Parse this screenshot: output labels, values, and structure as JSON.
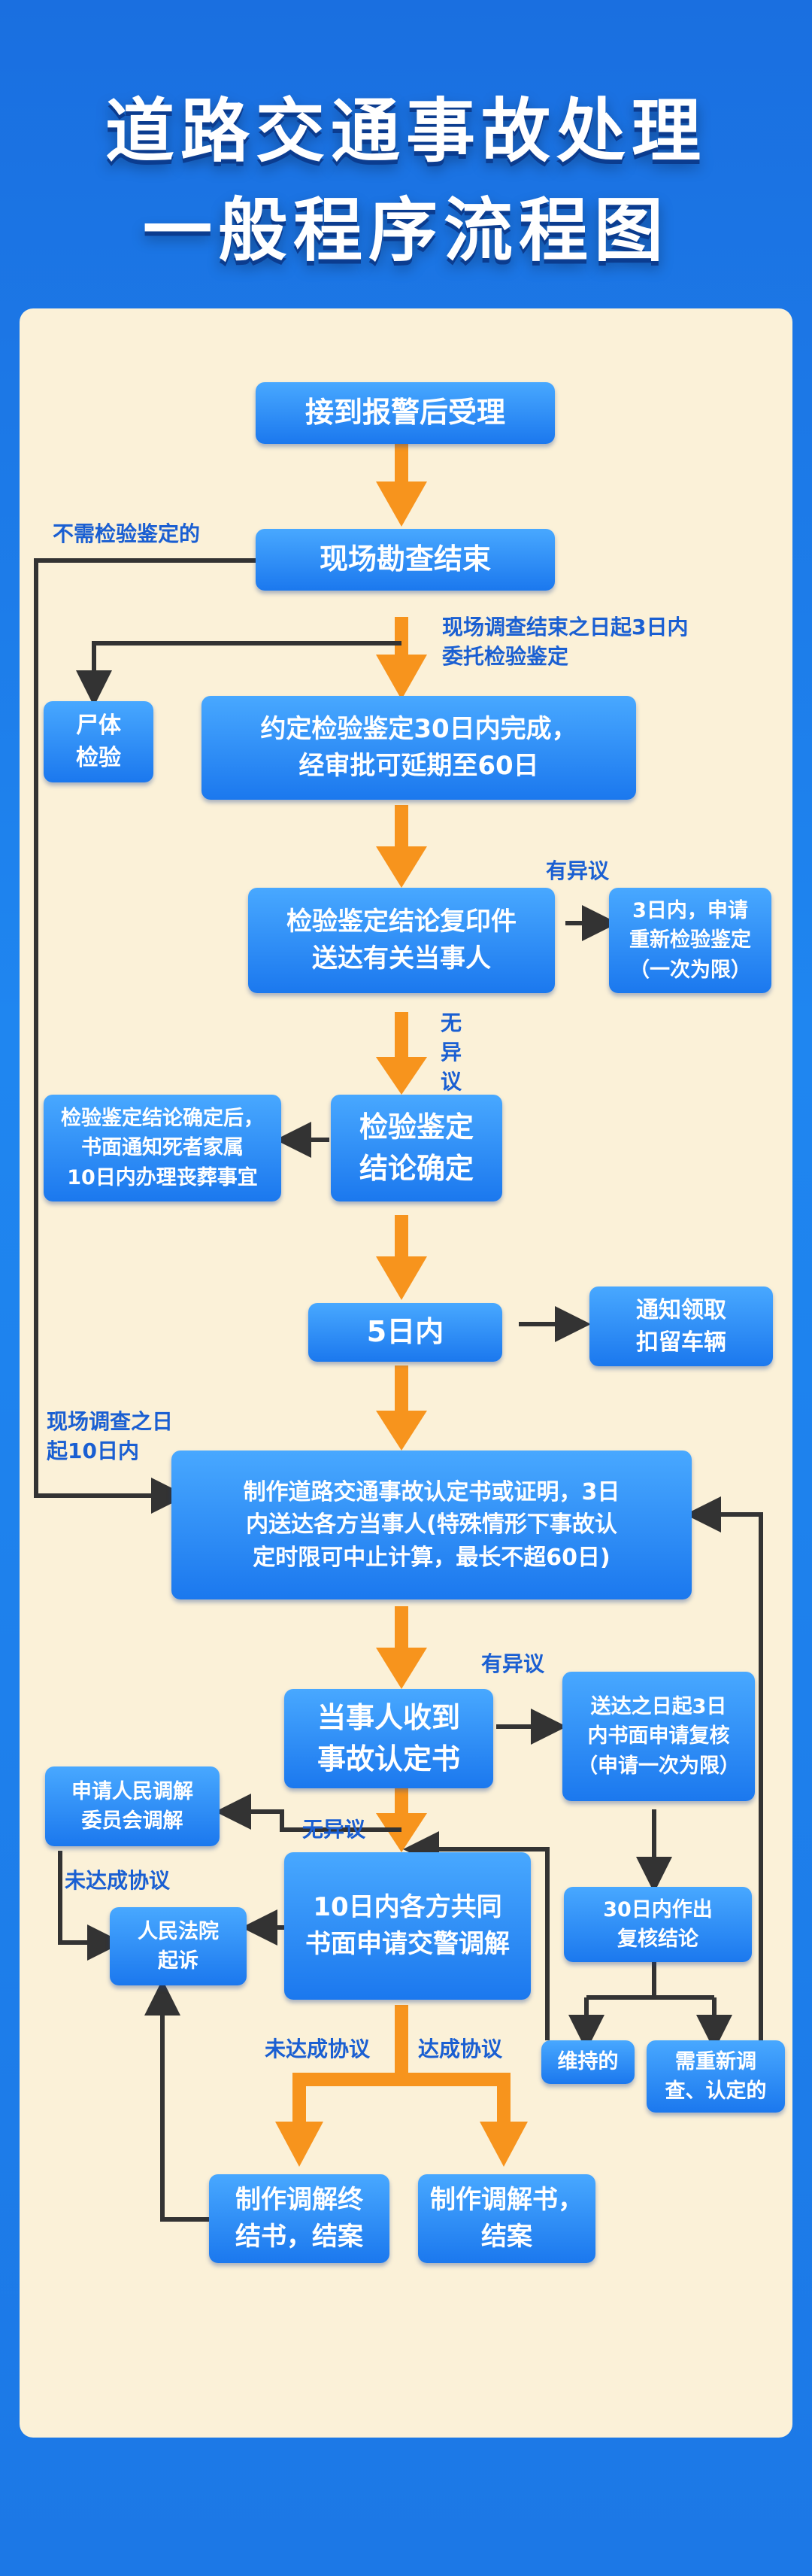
{
  "title": {
    "line1": "道路交通事故处理",
    "line2": "一般程序流程图"
  },
  "nodes": {
    "receive": "接到报警后受理",
    "survey_end": "现场勘查结束",
    "autopsy": "尸体\n检验",
    "appraisal_30": "约定检验鉴定30日内完成，\n经审批可延期至60日",
    "copy_deliver": "检验鉴定结论复印件\n送达有关当事人",
    "reappraisal": "3日内，申请\n重新检验鉴定\n（一次为限）",
    "conclusion_confirmed": "检验鉴定\n结论确定",
    "funeral_notice": "检验鉴定结论确定后，\n书面通知死者家属\n10日内办理丧葬事宜",
    "five_days": "5日内",
    "vehicle_notice": "通知领取\n扣留车辆",
    "make_cert": "制作道路交通事故认定书或证明，3日\n内送达各方当事人(特殊情形下事故认\n定时限可中止计算，最长不超60日)",
    "party_receive": "当事人收到\n事故认定书",
    "review_apply": "送达之日起3日\n内书面申请复核\n（申请一次为限）",
    "people_mediation": "申请人民调解\n委员会调解",
    "court": "人民法院\n起诉",
    "police_mediation": "10日内各方共同\n书面申请交警调解",
    "review_30": "30日内作出\n复核结论",
    "maintain": "维持的",
    "reinvestigate": "需重新调\n查、认定的",
    "mediation_end": "制作调解终\n结书，结案",
    "mediation_book": "制作调解书，\n结案"
  },
  "labels": {
    "no_appraisal": "不需检验鉴定的",
    "commission": "现场调查结束之日起3日内\n委托检验鉴定",
    "objection_1": "有异议",
    "no_objection_1": "无\n异\n议",
    "ten_days": "现场调查之日\n起10日内",
    "objection_2": "有异议",
    "no_objection_2": "无异议",
    "not_agreed_1": "未达成协议",
    "not_agreed_2": "未达成协议",
    "agreed": "达成协议"
  },
  "colors": {
    "box": "#2a8cf6",
    "panel": "#fbf1d8",
    "arrow_orange": "#f7941d",
    "line_dark": "#333333",
    "label": "#1a5fd2"
  }
}
